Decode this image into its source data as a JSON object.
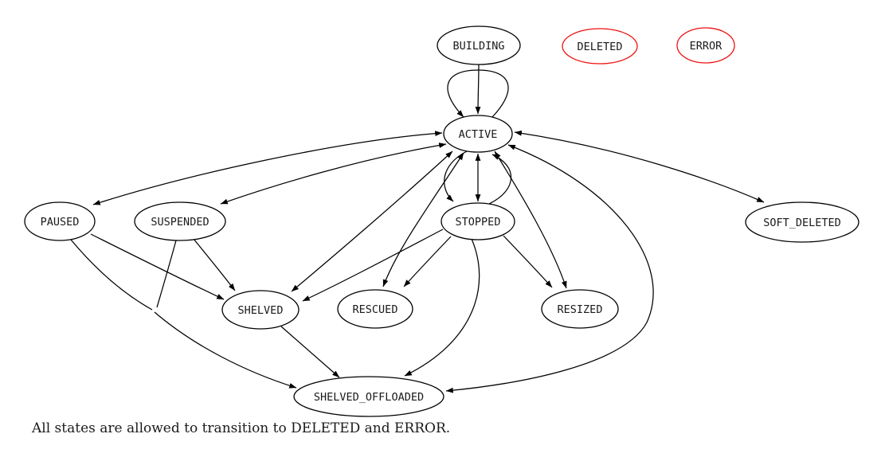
{
  "caption": "All states are allowed to transition to DELETED and ERROR.",
  "colors": {
    "state_outline": "#000000",
    "error_state_outline": "#ee1111",
    "label_text": "#1a1a1a",
    "edge": "#000000",
    "background": "#ffffff"
  },
  "nodes": {
    "building": {
      "label": "BUILDING"
    },
    "deleted": {
      "label": "DELETED"
    },
    "error": {
      "label": "ERROR"
    },
    "active": {
      "label": "ACTIVE"
    },
    "paused": {
      "label": "PAUSED"
    },
    "suspended": {
      "label": "SUSPENDED"
    },
    "stopped": {
      "label": "STOPPED"
    },
    "soft_deleted": {
      "label": "SOFT_DELETED"
    },
    "shelved": {
      "label": "SHELVED"
    },
    "rescued": {
      "label": "RESCUED"
    },
    "resized": {
      "label": "RESIZED"
    },
    "shelved_offloaded": {
      "label": "SHELVED_OFFLOADED"
    }
  },
  "transitions": [
    {
      "from": "BUILDING",
      "to": "ACTIVE",
      "bidirectional": false
    },
    {
      "from": "ACTIVE",
      "to": "ACTIVE",
      "bidirectional": false
    },
    {
      "from": "ACTIVE",
      "to": "STOPPED",
      "bidirectional": true
    },
    {
      "from": "ACTIVE",
      "to": "STOPPED",
      "bidirectional": true,
      "variant": "loop"
    },
    {
      "from": "ACTIVE",
      "to": "PAUSED",
      "bidirectional": true
    },
    {
      "from": "ACTIVE",
      "to": "SUSPENDED",
      "bidirectional": true
    },
    {
      "from": "ACTIVE",
      "to": "SOFT_DELETED",
      "bidirectional": true
    },
    {
      "from": "ACTIVE",
      "to": "SHELVED",
      "bidirectional": true
    },
    {
      "from": "ACTIVE",
      "to": "RESCUED",
      "bidirectional": true
    },
    {
      "from": "ACTIVE",
      "to": "RESIZED",
      "bidirectional": true
    },
    {
      "from": "ACTIVE",
      "to": "SHELVED_OFFLOADED",
      "bidirectional": true
    },
    {
      "from": "STOPPED",
      "to": "SHELVED",
      "bidirectional": false
    },
    {
      "from": "STOPPED",
      "to": "RESCUED",
      "bidirectional": false
    },
    {
      "from": "STOPPED",
      "to": "RESIZED",
      "bidirectional": false
    },
    {
      "from": "STOPPED",
      "to": "SHELVED_OFFLOADED",
      "bidirectional": false
    },
    {
      "from": "PAUSED",
      "to": "SHELVED",
      "bidirectional": false
    },
    {
      "from": "SUSPENDED",
      "to": "SHELVED",
      "bidirectional": false
    },
    {
      "from": "PAUSED",
      "to": "SHELVED_OFFLOADED",
      "bidirectional": false
    },
    {
      "from": "SUSPENDED",
      "to": "SHELVED_OFFLOADED",
      "bidirectional": false
    },
    {
      "from": "SHELVED",
      "to": "SHELVED_OFFLOADED",
      "bidirectional": false
    }
  ]
}
